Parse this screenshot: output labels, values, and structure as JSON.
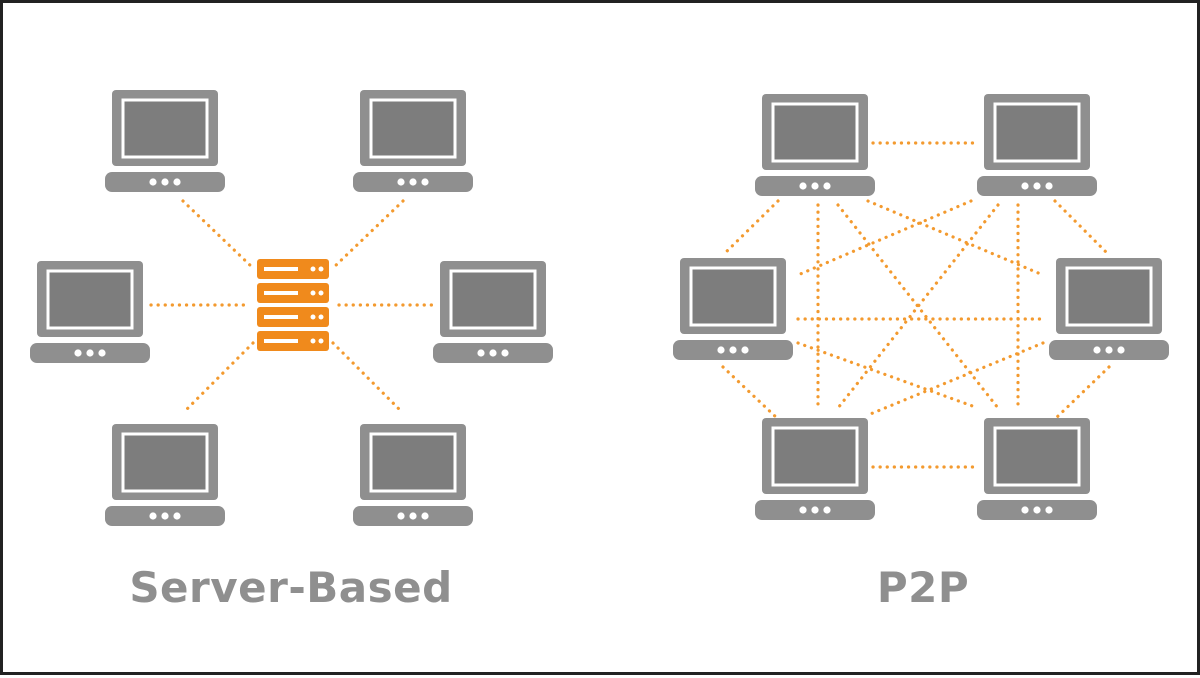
{
  "colors": {
    "device_gray": "#8f8f8f",
    "screen_gray": "#7d7d7d",
    "link_orange": "#f39a2f",
    "server_orange": "#f08a1c",
    "background": "#ffffff"
  },
  "diagrams": {
    "server_based": {
      "label": "Server-Based",
      "center_icon": "server-rack-icon",
      "node_icon": "laptop-icon",
      "node_count": 6,
      "topology": "star"
    },
    "p2p": {
      "label": "P2P",
      "node_icon": "laptop-icon",
      "node_count": 6,
      "topology": "full-mesh"
    }
  }
}
